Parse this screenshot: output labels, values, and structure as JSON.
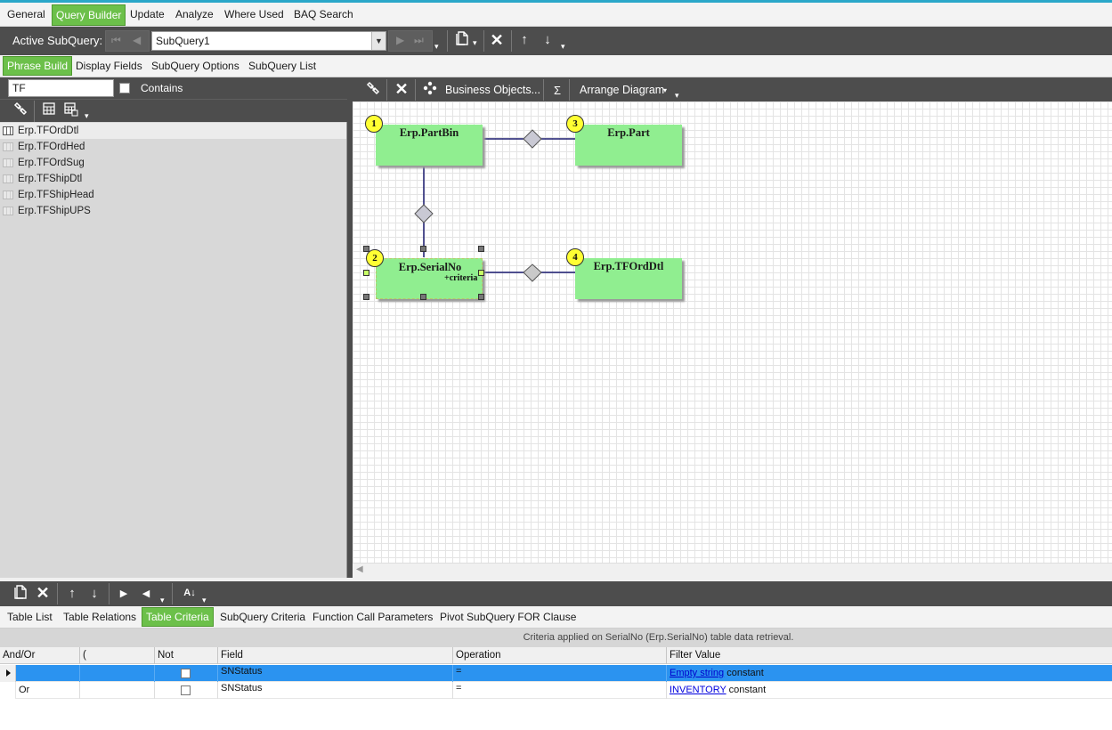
{
  "main_tabs": [
    {
      "label": "General",
      "active": false
    },
    {
      "label": "Query Builder",
      "active": true
    },
    {
      "label": "Update",
      "active": false
    },
    {
      "label": "Analyze",
      "active": false
    },
    {
      "label": "Where Used",
      "active": false
    },
    {
      "label": "BAQ Search",
      "active": false
    }
  ],
  "subquery_bar": {
    "label": "Active SubQuery:",
    "selected": "SubQuery1"
  },
  "sub_tabs": [
    {
      "label": "Phrase Build",
      "active": true
    },
    {
      "label": "Display Fields",
      "active": false
    },
    {
      "label": "SubQuery Options",
      "active": false
    },
    {
      "label": "SubQuery List",
      "active": false
    }
  ],
  "table_search": {
    "value": "TF",
    "contains_label": "Contains",
    "contains_checked": false
  },
  "tables": [
    {
      "name": "Erp.TFOrdDtl",
      "selected": true
    },
    {
      "name": "Erp.TFOrdHed",
      "selected": false
    },
    {
      "name": "Erp.TFOrdSug",
      "selected": false
    },
    {
      "name": "Erp.TFShipDtl",
      "selected": false
    },
    {
      "name": "Erp.TFShipHead",
      "selected": false
    },
    {
      "name": "Erp.TFShipUPS",
      "selected": false
    }
  ],
  "diagram_toolbar": {
    "business_objects": "Business Objects...",
    "sigma": "Σ",
    "arrange": "Arrange Diagram"
  },
  "diagram": {
    "nodes": [
      {
        "badge": "1",
        "label": "Erp.PartBin",
        "criteria": ""
      },
      {
        "badge": "3",
        "label": "Erp.Part",
        "criteria": ""
      },
      {
        "badge": "2",
        "label": "Erp.SerialNo",
        "criteria": "+criteria"
      },
      {
        "badge": "4",
        "label": "Erp.TFOrdDtl",
        "criteria": ""
      }
    ]
  },
  "bottom_tabs": [
    {
      "label": "Table List",
      "active": false
    },
    {
      "label": "Table Relations",
      "active": false
    },
    {
      "label": "Table Criteria",
      "active": true
    },
    {
      "label": "SubQuery Criteria",
      "active": false
    },
    {
      "label": "Function Call Parameters",
      "active": false
    },
    {
      "label": "Pivot SubQuery FOR Clause",
      "active": false
    }
  ],
  "criteria": {
    "caption": "Criteria applied on SerialNo (Erp.SerialNo)  table data retrieval.",
    "columns": [
      "And/Or",
      "(",
      "Not",
      "Field",
      "Operation",
      "Filter Value"
    ],
    "rows": [
      {
        "and_or": "",
        "paren": "",
        "not": false,
        "field": "SNStatus",
        "operation": "=",
        "filter_link": "Empty string",
        "filter_type": "constant",
        "selected": true
      },
      {
        "and_or": "Or",
        "paren": "",
        "not": false,
        "field": "SNStatus",
        "operation": "=",
        "filter_link": "INVENTORY",
        "filter_type": "constant",
        "selected": false
      }
    ]
  },
  "colors": {
    "accent_green": "#6cc04a",
    "node_green": "#90ee90",
    "badge_yellow": "#ffff33",
    "toolbar_dark": "#4d4d4d",
    "selection_blue": "#2b93f0"
  }
}
